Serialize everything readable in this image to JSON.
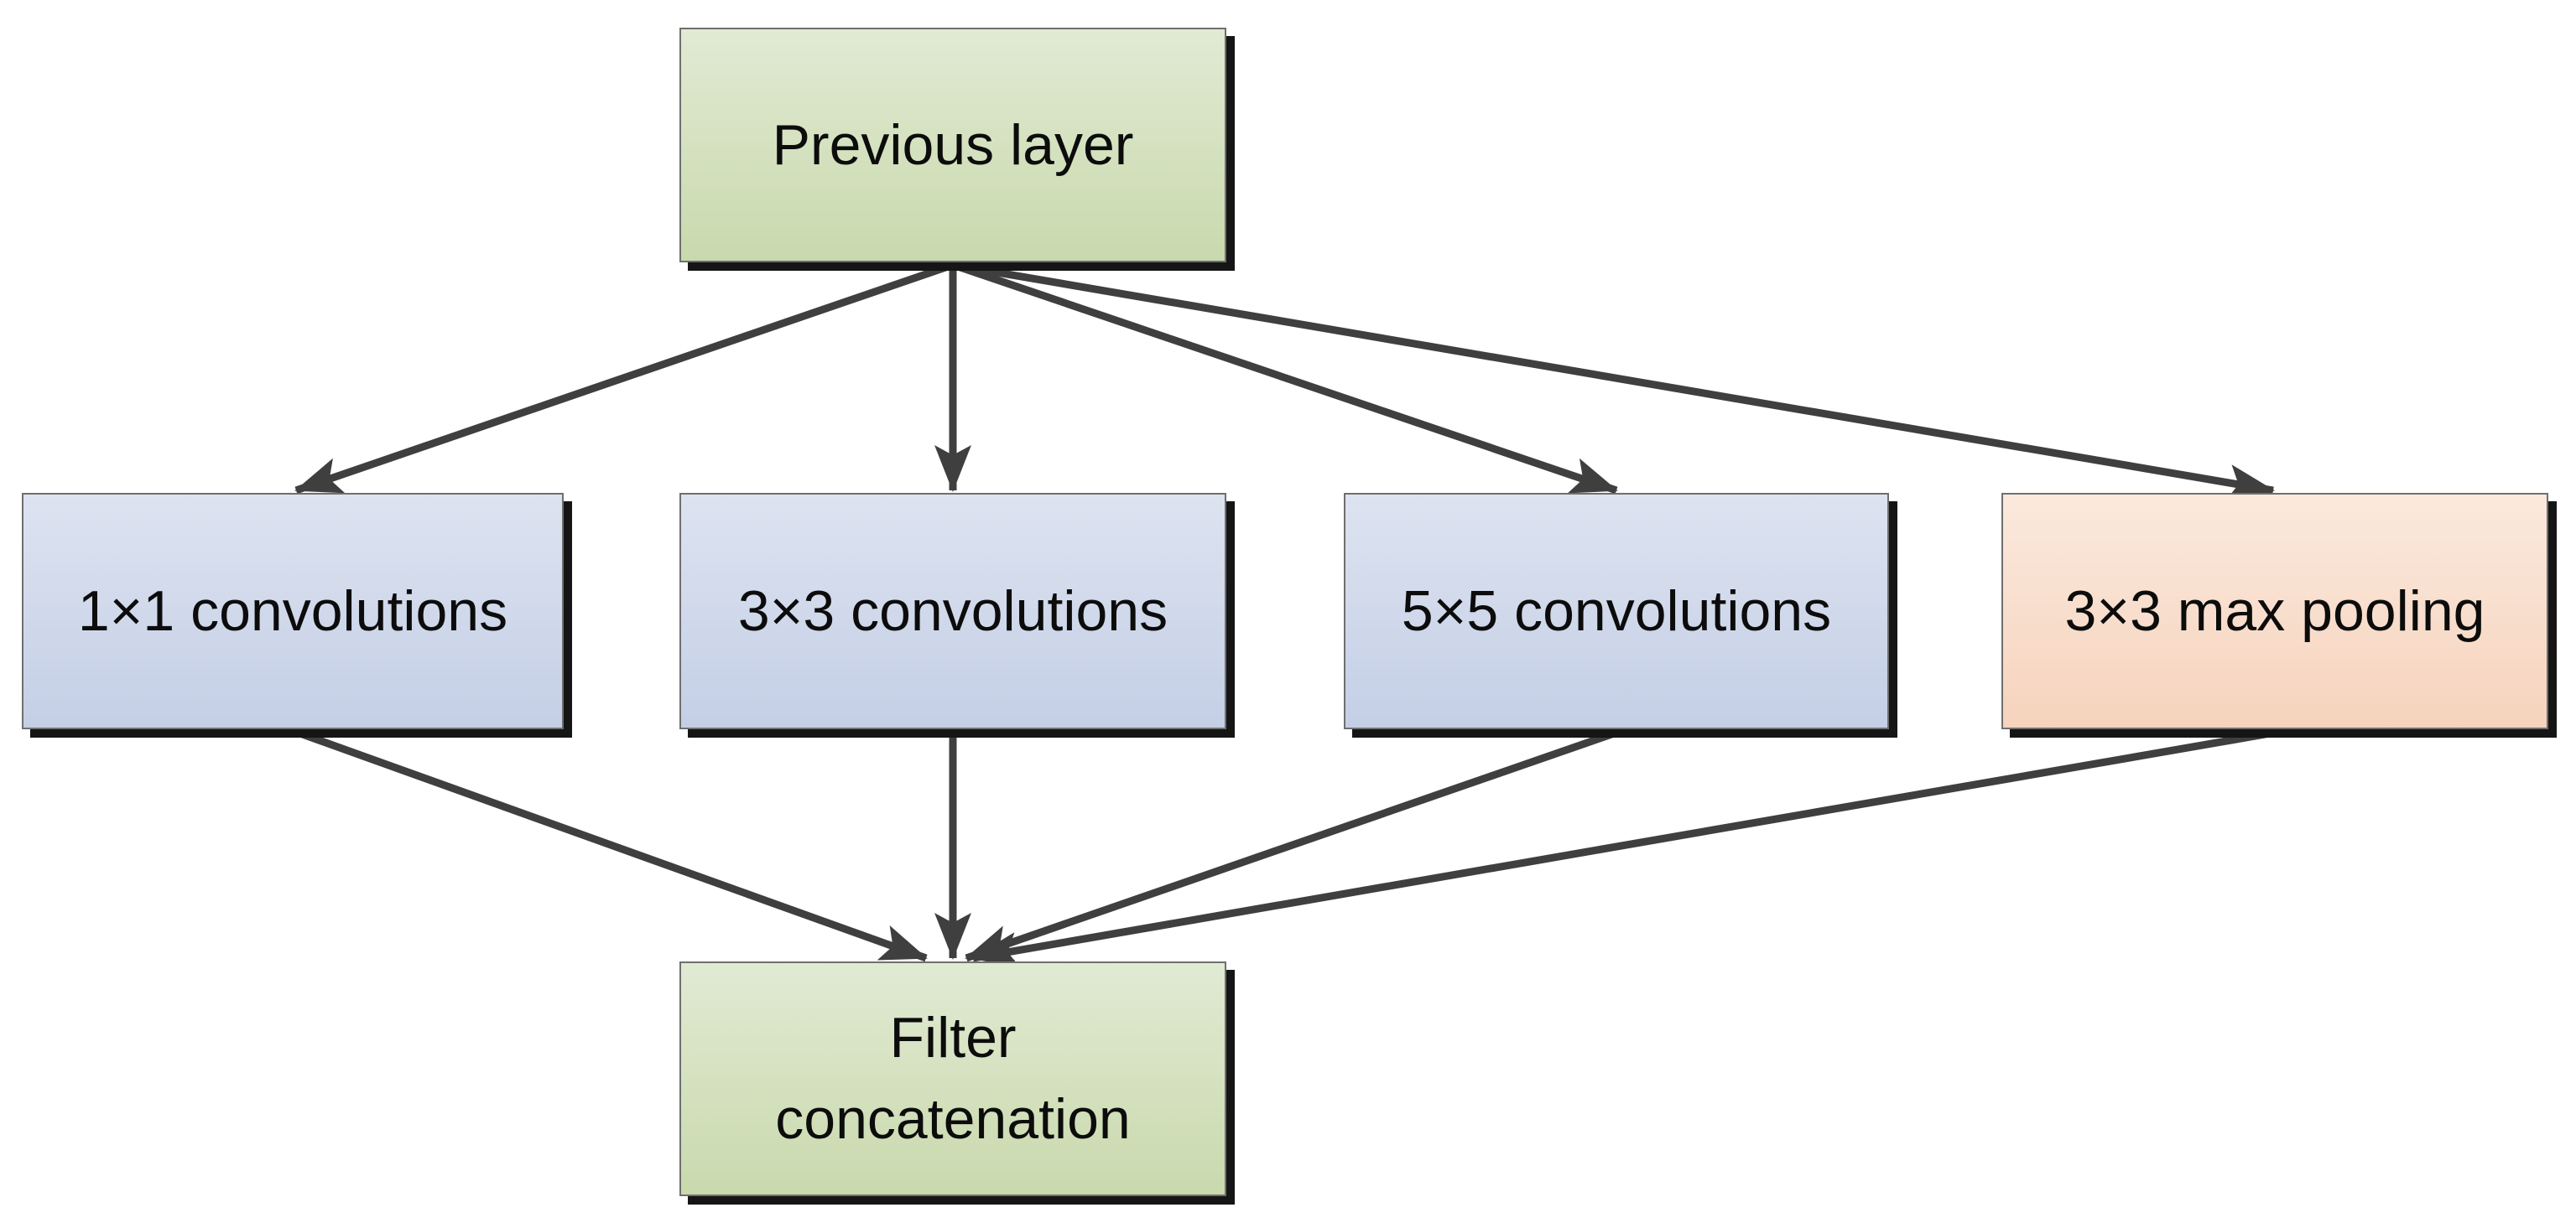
{
  "nodes": {
    "previous": {
      "label": "Previous layer"
    },
    "conv1": {
      "label": "1×1 convolutions"
    },
    "conv3": {
      "label": "3×3 convolutions"
    },
    "conv5": {
      "label": "5×5 convolutions"
    },
    "pool3": {
      "label": "3×3 max pooling"
    },
    "concat": {
      "label": "Filter\nconcatenation"
    }
  },
  "edges": [
    {
      "from": "previous",
      "to": "conv1"
    },
    {
      "from": "previous",
      "to": "conv3"
    },
    {
      "from": "previous",
      "to": "conv5"
    },
    {
      "from": "previous",
      "to": "pool3"
    },
    {
      "from": "conv1",
      "to": "concat"
    },
    {
      "from": "conv3",
      "to": "concat"
    },
    {
      "from": "conv5",
      "to": "concat"
    },
    {
      "from": "pool3",
      "to": "concat"
    }
  ],
  "colors": {
    "arrow": "#3f3f3f",
    "input_output_fill": "#d6e3c2",
    "convolution_fill": "#d0d8eb",
    "pooling_fill": "#f9dcc9",
    "shadow": "#151515"
  }
}
